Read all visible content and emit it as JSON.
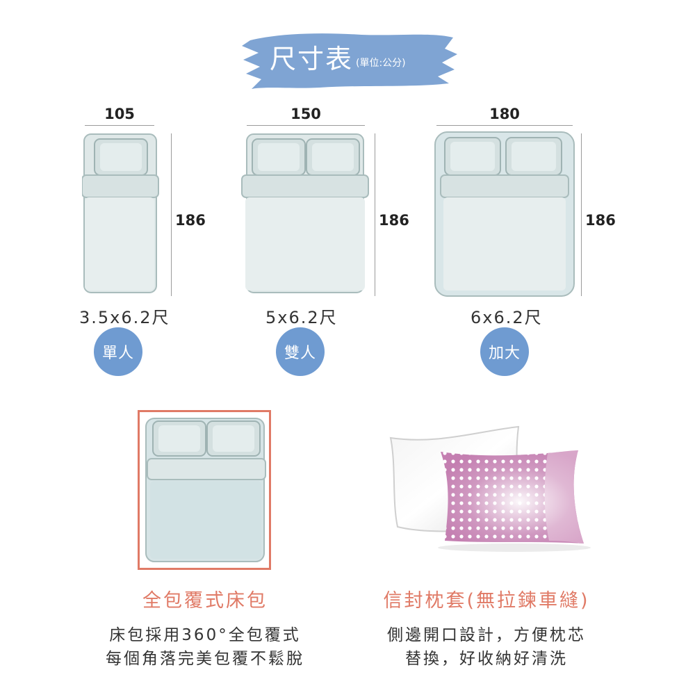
{
  "header": {
    "title": "尺寸表",
    "unit": "(單位:公分)",
    "brush_color": "#7fa4d3"
  },
  "beds": [
    {
      "width": "105",
      "length": "186",
      "size": "3.5x6.2尺",
      "type": "單人"
    },
    {
      "width": "150",
      "length": "186",
      "size": "5x6.2尺",
      "type": "雙人"
    },
    {
      "width": "180",
      "length": "186",
      "size": "6x6.2尺",
      "type": "加大"
    }
  ],
  "features": {
    "fitted_sheet": {
      "title": "全包覆式床包",
      "desc_line1": "床包採用360°全包覆式",
      "desc_line2": "每個角落完美包覆不鬆脫"
    },
    "pillowcase": {
      "title": "信封枕套(無拉鍊車縫)",
      "desc_line1": "側邊開口設計，方便枕芯",
      "desc_line2": "替換，好收納好清洗"
    }
  },
  "colors": {
    "badge": "#6f9bd1",
    "accent": "#e07a66",
    "sheet": "#c9d8d8",
    "pillow_pink": "#c47fb1"
  }
}
